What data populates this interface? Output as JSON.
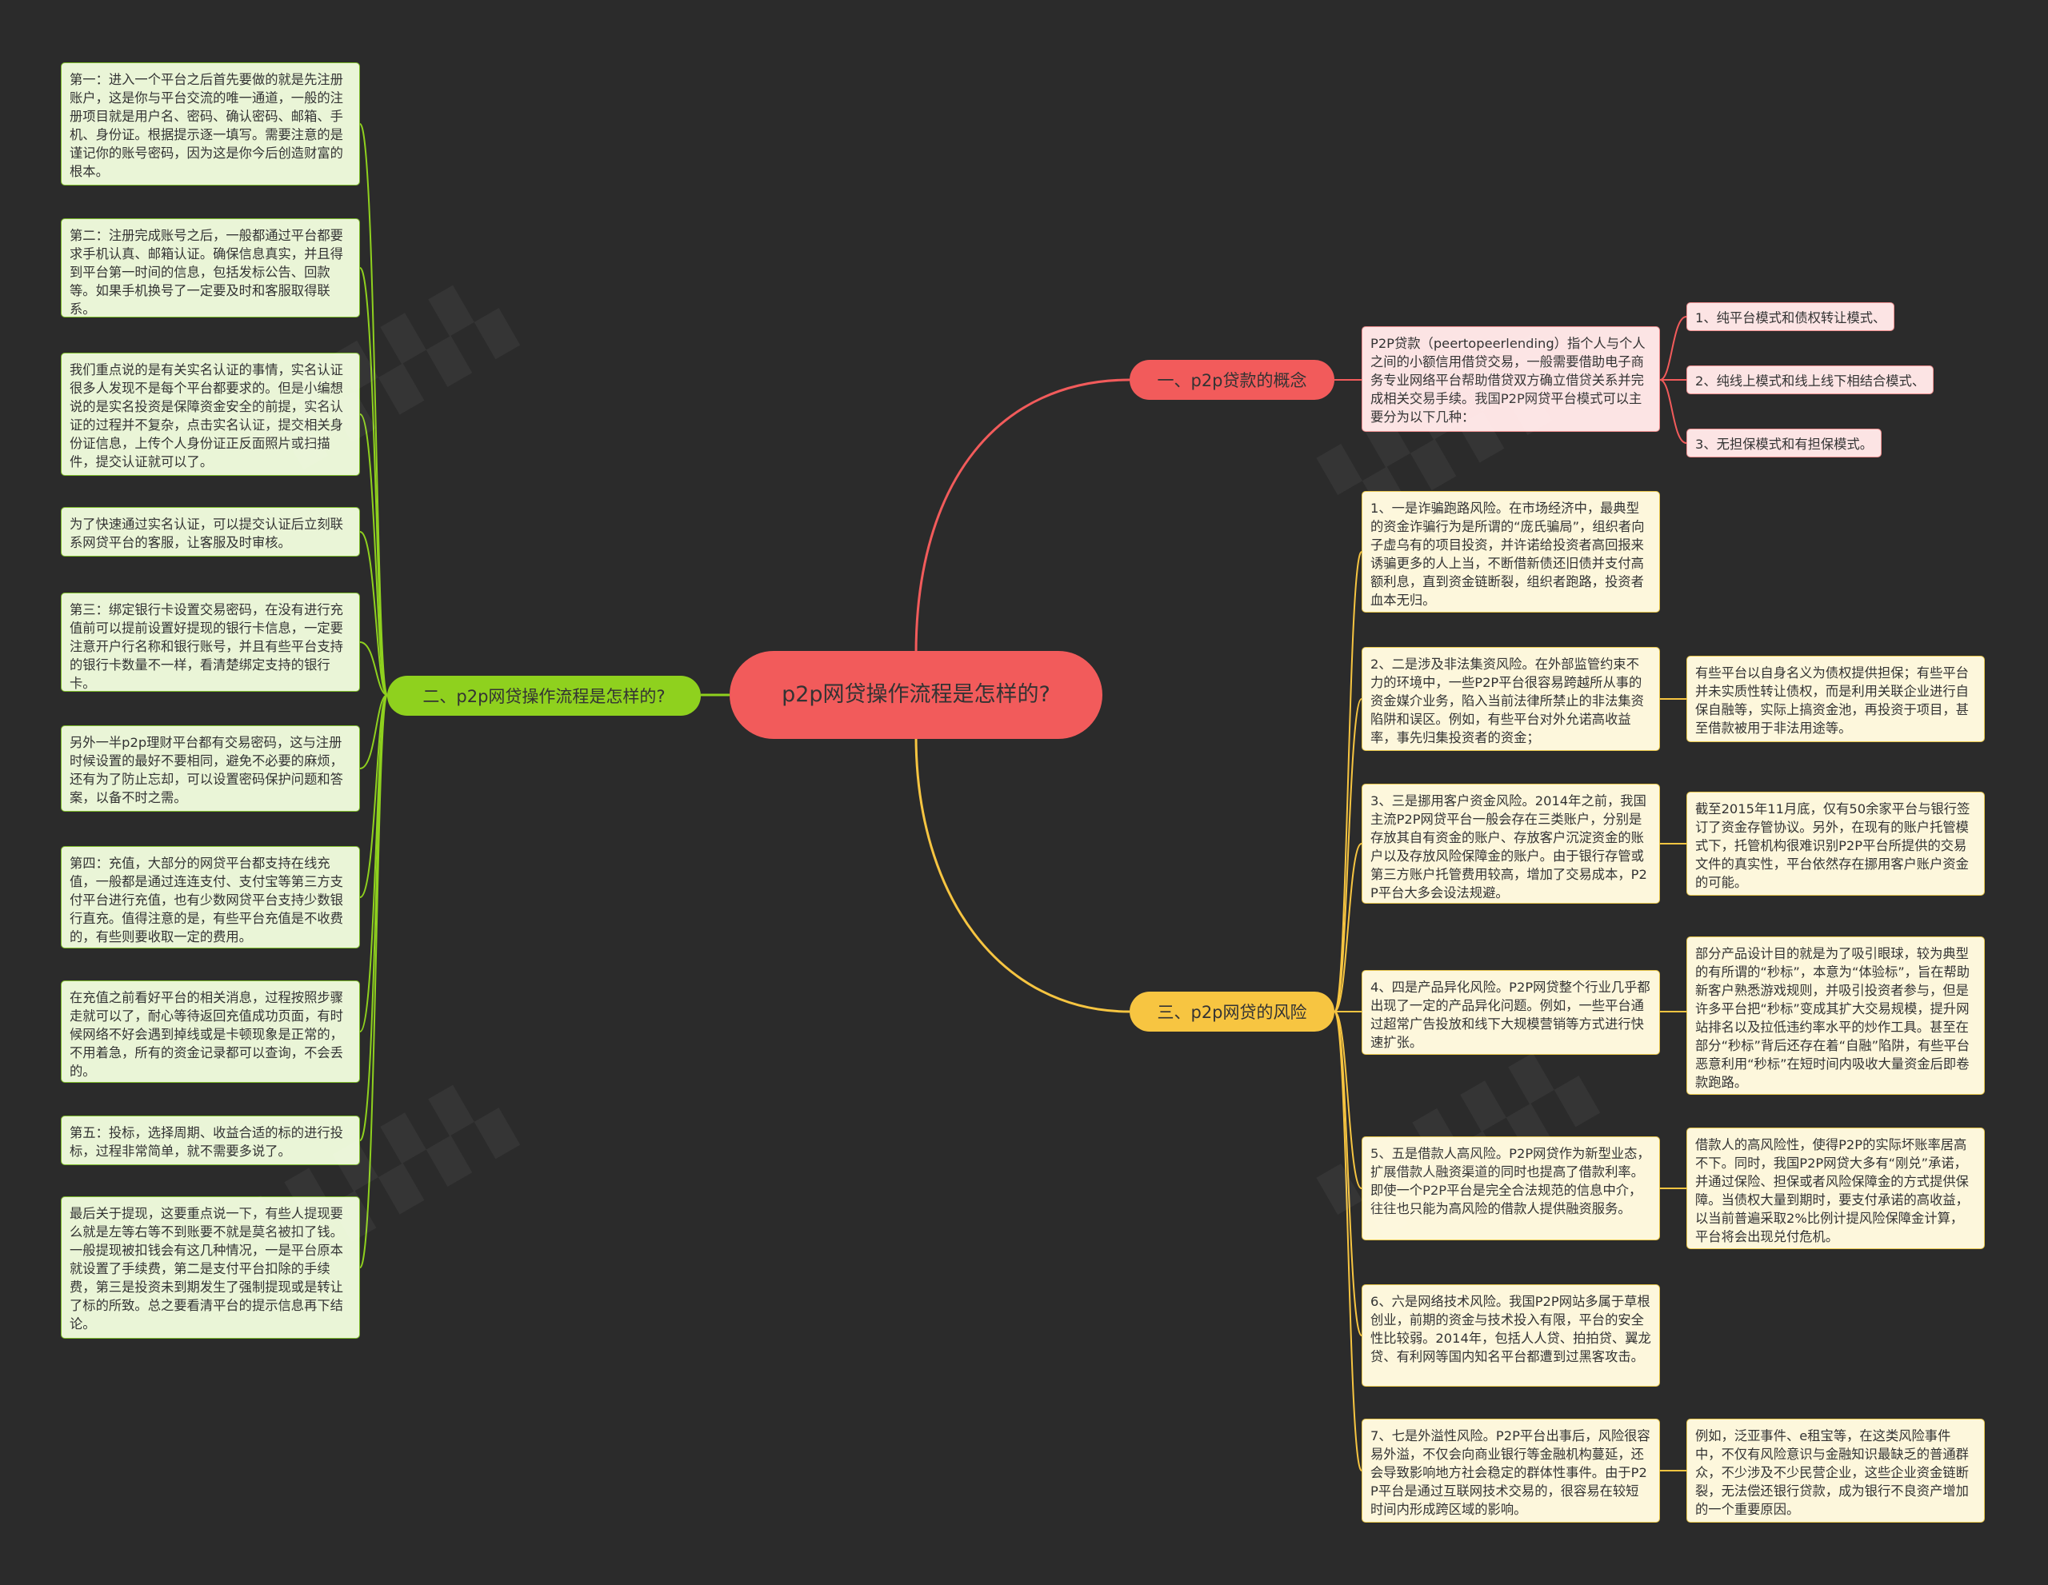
{
  "root": {
    "label": "p2p网贷操作流程是怎样的?"
  },
  "branches": [
    {
      "label": "一、p2p贷款的概念",
      "summary": "P2P贷款（peertopeerlending）指个人与个人之间的小额信用借贷交易，一般需要借助电子商务专业网络平台帮助借贷双方确立借贷关系并完成相关交易手续。我国P2P网贷平台模式可以主要分为以下几种：",
      "modes": [
        "1、纯平台模式和债权转让模式、",
        "2、纯线上模式和线上线下相结合模式、",
        "3、无担保模式和有担保模式。"
      ]
    },
    {
      "label": "二、p2p网贷操作流程是怎样的?",
      "steps": [
        "第一：进入一个平台之后首先要做的就是先注册账户，这是你与平台交流的唯一通道，一般的注册项目就是用户名、密码、确认密码、邮箱、手机、身份证。根据提示逐一填写。需要注意的是谨记你的账号密码，因为这是你今后创造财富的根本。",
        "第二：注册完成账号之后，一般都通过平台都要求手机认真、邮箱认证。确保信息真实，并且得到平台第一时间的信息，包括发标公告、回款等。如果手机换号了一定要及时和客服取得联系。",
        "我们重点说的是有关实名认证的事情，实名认证很多人发现不是每个平台都要求的。但是小编想说的是实名投资是保障资金安全的前提，实名认证的过程并不复杂，点击实名认证，提交相关身份证信息，上传个人身份证正反面照片或扫描件，提交认证就可以了。",
        "为了快速通过实名认证，可以提交认证后立刻联系网贷平台的客服，让客服及时审核。",
        "第三：绑定银行卡设置交易密码，在没有进行充值前可以提前设置好提现的银行卡信息，一定要注意开户行名称和银行账号，并且有些平台支持的银行卡数量不一样，看清楚绑定支持的银行卡。",
        "另外一半p2p理财平台都有交易密码，这与注册时候设置的最好不要相同，避免不必要的麻烦，还有为了防止忘却，可以设置密码保护问题和答案，以备不时之需。",
        "第四：充值，大部分的网贷平台都支持在线充值，一般都是通过连连支付、支付宝等第三方支付平台进行充值，也有少数网贷平台支持少数银行直充。值得注意的是，有些平台充值是不收费的，有些则要收取一定的费用。",
        "在充值之前看好平台的相关消息，过程按照步骤走就可以了，耐心等待返回充值成功页面，有时候网络不好会遇到掉线或是卡顿现象是正常的，不用着急，所有的资金记录都可以查询，不会丢的。",
        "第五：投标，选择周期、收益合适的标的进行投标，过程非常简单，就不需要多说了。",
        "最后关于提现，这要重点说一下，有些人提现要么就是左等右等不到账要不就是莫名被扣了钱。一般提现被扣钱会有这几种情况，一是平台原本就设置了手续费，第二是支付平台扣除的手续费，第三是投资未到期发生了强制提现或是转让了标的所致。总之要看清平台的提示信息再下结论。"
      ]
    },
    {
      "label": "三、p2p网贷的风险",
      "risks": [
        {
          "text": "1、一是诈骗跑路风险。在市场经济中，最典型的资金诈骗行为是所谓的“庞氏骗局”，组织者向子虚乌有的项目投资，并许诺给投资者高回报来诱骗更多的人上当，不断借新债还旧债并支付高额利息，直到资金链断裂，组织者跑路，投资者血本无归。",
          "note": ""
        },
        {
          "text": "2、二是涉及非法集资风险。在外部监管约束不力的环境中，一些P2P平台很容易跨越所从事的资金媒介业务，陷入当前法律所禁止的非法集资陷阱和误区。例如，有些平台对外允诺高收益率，事先归集投资者的资金；",
          "note": "有些平台以自身名义为债权提供担保；有些平台并未实质性转让债权，而是利用关联企业进行自保自融等，实际上搞资金池，再投资于项目，甚至借款被用于非法用途等。"
        },
        {
          "text": "3、三是挪用客户资金风险。2014年之前，我国主流P2P网贷平台一般会存在三类账户，分别是存放其自有资金的账户、存放客户沉淀资金的账户以及存放风险保障金的账户。由于银行存管或第三方账户托管费用较高，增加了交易成本，P2P平台大多会设法规避。",
          "note": "截至2015年11月底，仅有50余家平台与银行签订了资金存管协议。另外，在现有的账户托管模式下，托管机构很难识别P2P平台所提供的交易文件的真实性，平台依然存在挪用客户账户资金的可能。"
        },
        {
          "text": "4、四是产品异化风险。P2P网贷整个行业几乎都出现了一定的产品异化问题。例如，一些平台通过超常广告投放和线下大规模营销等方式进行快速扩张。",
          "note": "部分产品设计目的就是为了吸引眼球，较为典型的有所谓的“秒标”，本意为“体验标”，旨在帮助新客户熟悉游戏规则，并吸引投资者参与，但是许多平台把“秒标”变成其扩大交易规模，提升网站排名以及拉低违约率水平的炒作工具。甚至在部分“秒标”背后还存在着“自融”陷阱，有些平台恶意利用“秒标”在短时间内吸收大量资金后即卷款跑路。"
        },
        {
          "text": "5、五是借款人高风险。P2P网贷作为新型业态，扩展借款人融资渠道的同时也提高了借款利率。即使一个P2P平台是完全合法规范的信息中介，往往也只能为高风险的借款人提供融资服务。",
          "note": "借款人的高风险性，使得P2P的实际坏账率居高不下。同时，我国P2P网贷大多有“刚兑”承诺，并通过保险、担保或者风险保障金的方式提供保障。当债权大量到期时，要支付承诺的高收益，以当前普遍采取2%比例计提风险保障金计算，平台将会出现兑付危机。"
        },
        {
          "text": "6、六是网络技术风险。我国P2P网站多属于草根创业，前期的资金与技术投入有限，平台的安全性比较弱。2014年，包括人人贷、拍拍贷、翼龙贷、有利网等国内知名平台都遭到过黑客攻击。",
          "note": ""
        },
        {
          "text": "7、七是外溢性风险。P2P平台出事后，风险很容易外溢，不仅会向商业银行等金融机构蔓延，还会导致影响地方社会稳定的群体性事件。由于P2P平台是通过互联网技术交易的，很容易在较短时间内形成跨区域的影响。",
          "note": "例如，泛亚事件、e租宝等，在这类风险事件中，不仅有风险意识与金融知识最缺乏的普通群众，不少涉及不少民营企业，这些企业资金链断裂，无法偿还银行贷款，成为银行不良资产增加的一个重要原因。"
        }
      ]
    }
  ],
  "colors": {
    "background": "#2b2b2b",
    "red": "#f25b5b",
    "green": "#8fd11e",
    "yellow": "#f7c541"
  }
}
